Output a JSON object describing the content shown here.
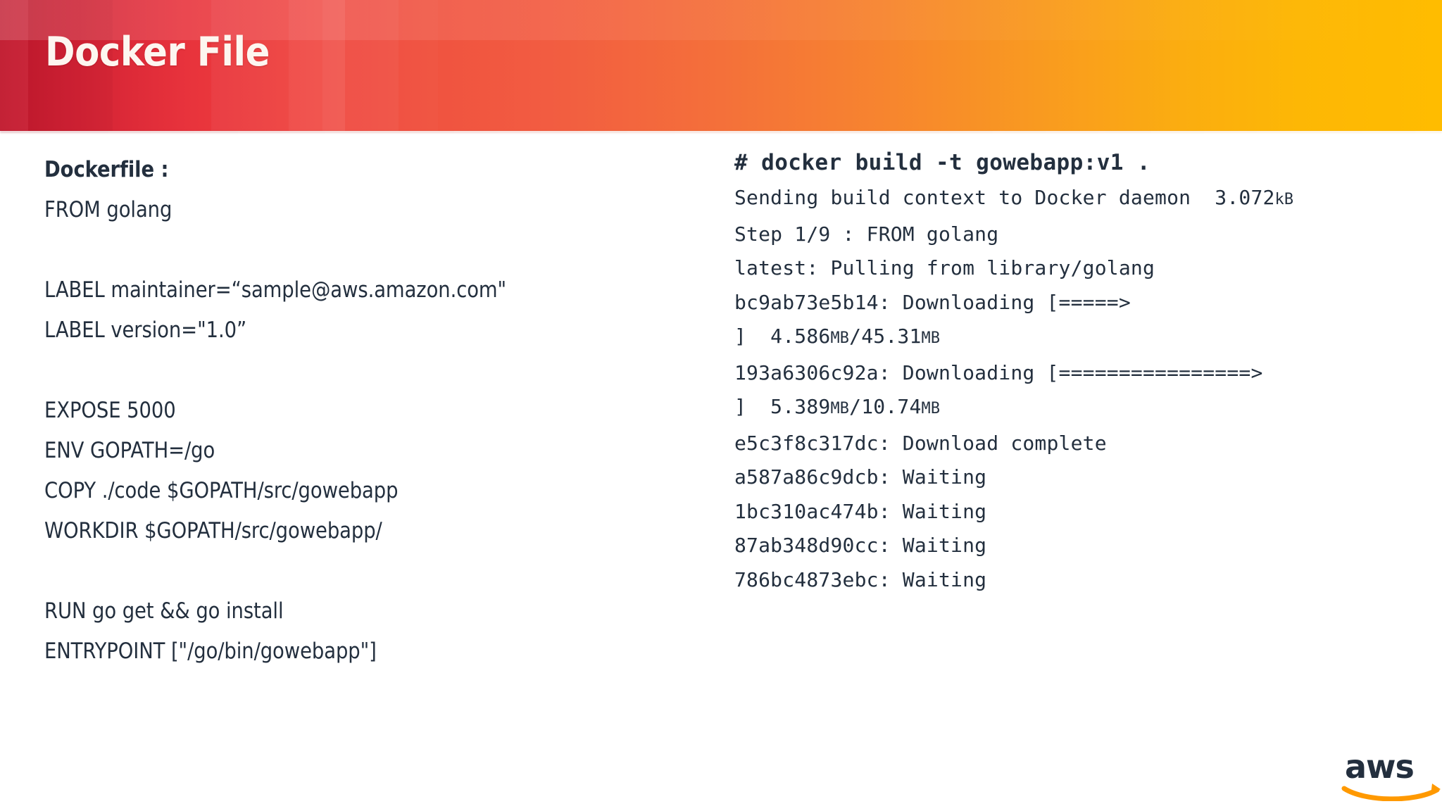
{
  "slide": {
    "title": "Docker File",
    "background_color": "#ffffff",
    "text_color": "#232f3e"
  },
  "header": {
    "title": "Docker File",
    "gradient_from": "#c0172c",
    "gradient_mid": "#f4703a",
    "gradient_to": "#ffbc00"
  },
  "dockerfile": {
    "heading": "Dockerfile :",
    "lines": [
      "FROM golang",
      "",
      "LABEL maintainer=“sample@aws.amazon.com\"",
      "LABEL version=\"1.0”",
      "",
      "EXPOSE 5000",
      "ENV GOPATH=/go",
      "COPY ./code $GOPATH/src/gowebapp",
      "WORKDIR $GOPATH/src/gowebapp/",
      "",
      "RUN go get && go install",
      "ENTRYPOINT [\"/go/bin/gowebapp\"]"
    ]
  },
  "terminal": {
    "command": "# docker build -t gowebapp:v1 .",
    "output": [
      {
        "text": "Sending build context to Docker daemon  3.072",
        "small_caps_suffix": "kB"
      },
      {
        "text": "Step 1/9 : FROM golang",
        "small_caps_suffix": ""
      },
      {
        "text": "latest: Pulling from library/golang",
        "small_caps_suffix": ""
      },
      {
        "text": "bc9ab73e5b14: Downloading [=====>",
        "small_caps_suffix": ""
      },
      {
        "text": "]  4.586",
        "small_caps_suffix": "MB",
        "text2": "/45.31",
        "small_caps_suffix2": "MB"
      },
      {
        "text": "193a6306c92a: Downloading [================>",
        "small_caps_suffix": ""
      },
      {
        "text": "]  5.389",
        "small_caps_suffix": "MB",
        "text2": "/10.74",
        "small_caps_suffix2": "MB"
      },
      {
        "text": "e5c3f8c317dc: Download complete",
        "small_caps_suffix": ""
      },
      {
        "text": "a587a86c9dcb: Waiting",
        "small_caps_suffix": ""
      },
      {
        "text": "1bc310ac474b: Waiting",
        "small_caps_suffix": ""
      },
      {
        "text": "87ab348d90cc: Waiting",
        "small_caps_suffix": ""
      },
      {
        "text": "786bc4873ebc: Waiting",
        "small_caps_suffix": ""
      }
    ]
  },
  "logo": {
    "wordmark": "aws",
    "wordmark_color": "#232f3e",
    "swoosh_color": "#ff9900"
  }
}
